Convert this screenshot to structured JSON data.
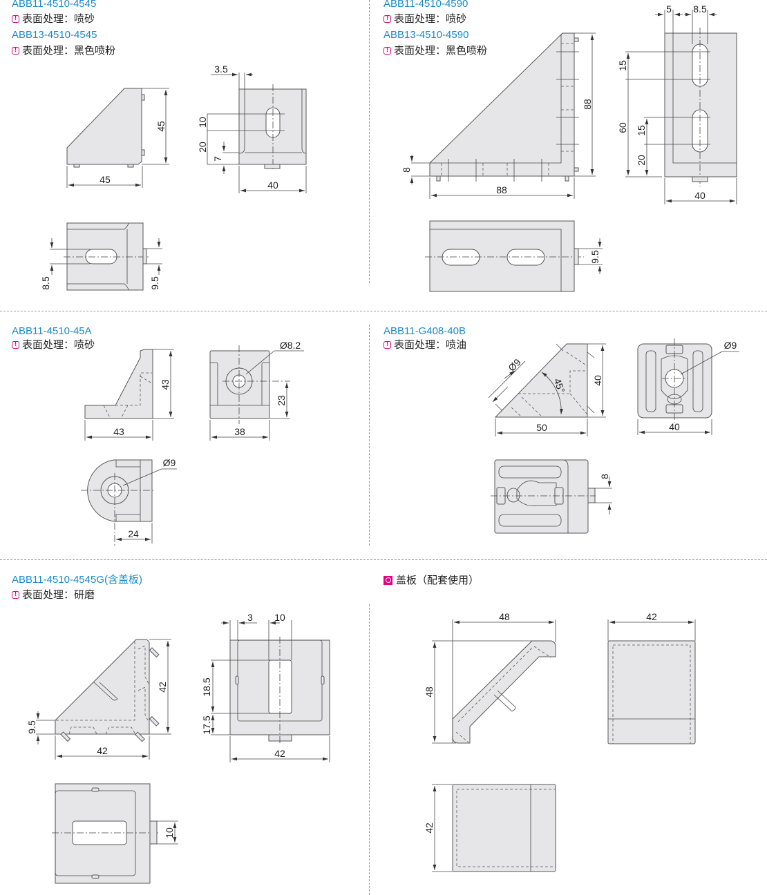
{
  "sections": [
    {
      "id": "abb11-4510-4545",
      "codes": [
        "ABB11-4510-4545",
        "ABB13-4510-4545"
      ],
      "finishes": [
        "表面处理：喷砂",
        "表面处理：黑色喷粉"
      ],
      "dimensions": {
        "side_width": "45",
        "side_height": "45",
        "front_offset": "3.5",
        "slot_length": "10",
        "slot_height": "20",
        "base_thickness": "7",
        "front_width": "40",
        "top_slot_width": "8.5",
        "top_tab_width": "9.5"
      }
    },
    {
      "id": "abb11-4510-4590",
      "codes": [
        "ABB11-4510-4590",
        "ABB13-4510-4590"
      ],
      "finishes": [
        "表面处理：喷砂",
        "表面处理：黑色喷粉"
      ],
      "dimensions": {
        "base_thickness": "8",
        "side_width": "88",
        "side_height": "88",
        "wall_offset": "5",
        "slot_width": "8.5",
        "slot_len_top": "15",
        "slot_spacing": "60",
        "slot_len_bottom": "15",
        "slot_bottom": "20",
        "front_width": "40",
        "tab_width": "9.5"
      }
    },
    {
      "id": "abb11-4510-45a",
      "codes": [
        "ABB11-4510-45A"
      ],
      "finishes": [
        "表面处理：喷砂"
      ],
      "dimensions": {
        "height": "43",
        "width": "43",
        "hole_dia": "Ø8.2",
        "hole_height": "23",
        "front_width": "38",
        "top_hole_dia": "Ø9",
        "top_depth": "24"
      }
    },
    {
      "id": "abb11-g408-40b",
      "codes": [
        "ABB11-G408-40B"
      ],
      "finishes": [
        "表面处理：喷油"
      ],
      "dimensions": {
        "bolt_dia": "Ø9",
        "angle": "45°",
        "height": "40",
        "width": "50",
        "front_hole_dia": "Ø9",
        "front_width": "40",
        "tab_width": "8"
      }
    },
    {
      "id": "abb11-4510-4545g",
      "codes": [
        "ABB11-4510-4545G(含盖板)"
      ],
      "finishes": [
        "表面处理：研磨"
      ],
      "dimensions": {
        "base_height": "9.5",
        "side_width": "42",
        "side_height": "42",
        "wall": "3",
        "slot_width": "10",
        "slot_len": "18.5",
        "slot_bottom": "17.5",
        "front_width": "42",
        "tab_width": "10"
      }
    },
    {
      "id": "cover-plate",
      "title": "盖板（配套使用）",
      "dimensions": {
        "side_width": "48",
        "side_height": "48",
        "front_width": "42",
        "top_height": "42"
      }
    }
  ],
  "colors": {
    "code_blue": "#1a8acb",
    "accent_magenta": "#e4007f",
    "part_fill": "#e6e6e8"
  }
}
